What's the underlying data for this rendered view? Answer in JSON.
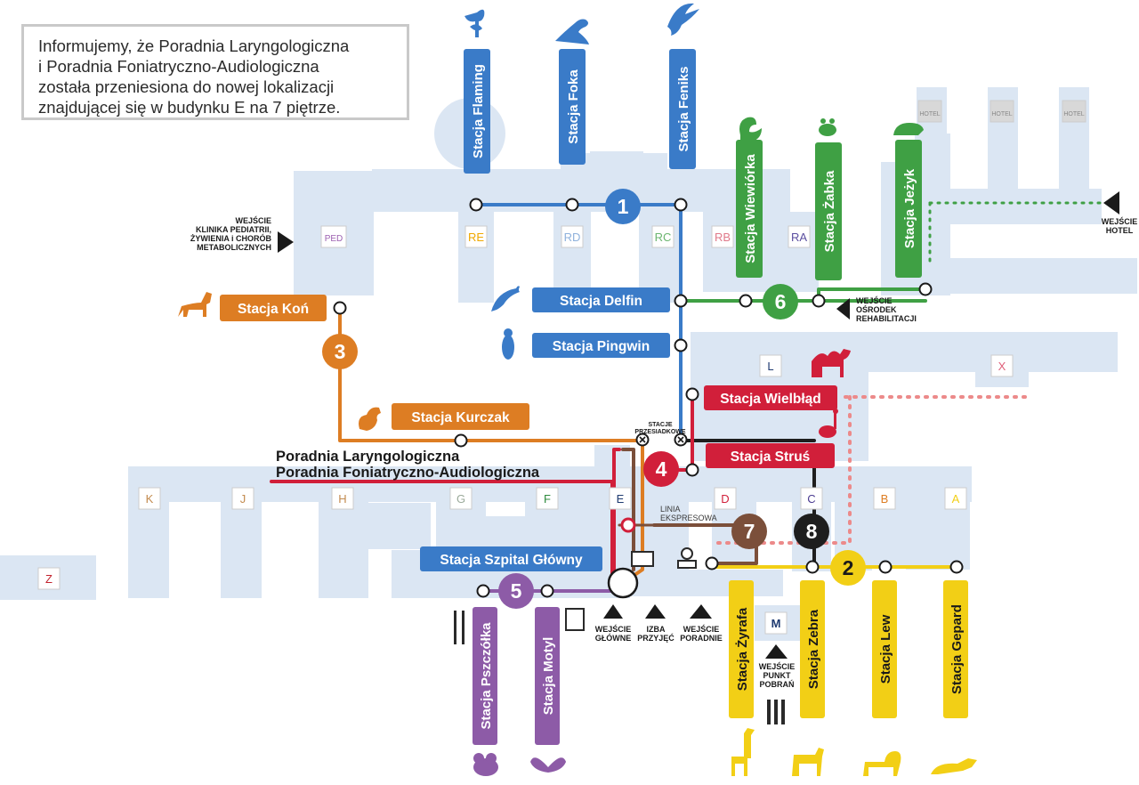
{
  "notice": {
    "lines": [
      "Informujemy, że Poradnia Laryngologiczna",
      "i Poradnia Foniatryczno-Audiologiczna",
      "została przeniesiona do nowej lokalizacji",
      "znajdującej się w budynku E na 7 piętrze."
    ]
  },
  "callouts": [
    "Poradnia Laryngologiczna",
    "Poradnia Foniatryczno-Audiologiczna"
  ],
  "colors": {
    "line1": "#3a7bc8",
    "line2": "#f2cf16",
    "line3": "#dd7d23",
    "line4": "#d11f3a",
    "line5": "#8d5ba7",
    "line6": "#3fa044",
    "line7": "#7b4f3a",
    "line8": "#1e1e1e",
    "building": "#dbe6f3",
    "text_dark": "#1a1a1a"
  },
  "lines": [
    {
      "number": "1",
      "color": "#3a7bc8"
    },
    {
      "number": "2",
      "color": "#f2cf16"
    },
    {
      "number": "3",
      "color": "#dd7d23"
    },
    {
      "number": "4",
      "color": "#d11f3a"
    },
    {
      "number": "5",
      "color": "#8d5ba7"
    },
    {
      "number": "6",
      "color": "#3fa044"
    },
    {
      "number": "7",
      "color": "#7b4f3a"
    },
    {
      "number": "8",
      "color": "#1e1e1e"
    }
  ],
  "stations": [
    {
      "label": "Stacja Flaming",
      "line": "1",
      "icon": "flamingo-icon"
    },
    {
      "label": "Stacja Foka",
      "line": "1",
      "icon": "seal-icon"
    },
    {
      "label": "Stacja Feniks",
      "line": "1",
      "icon": "phoenix-icon"
    },
    {
      "label": "Stacja Delfin",
      "line": "1",
      "icon": "dolphin-icon"
    },
    {
      "label": "Stacja Pingwin",
      "line": "1",
      "icon": "penguin-icon"
    },
    {
      "label": "Stacja Wiewiórka",
      "line": "6",
      "icon": "squirrel-icon"
    },
    {
      "label": "Stacja Żabka",
      "line": "6",
      "icon": "frog-icon"
    },
    {
      "label": "Stacja Jeżyk",
      "line": "6",
      "icon": "hedgehog-icon"
    },
    {
      "label": "Stacja Koń",
      "line": "3",
      "icon": "horse-icon"
    },
    {
      "label": "Stacja Kurczak",
      "line": "3",
      "icon": "chicken-icon"
    },
    {
      "label": "Stacja Wielbłąd",
      "line": "4",
      "icon": "camel-icon"
    },
    {
      "label": "Stacja Struś",
      "line": "4",
      "icon": "ostrich-icon"
    },
    {
      "label": "Stacja Szpital Główny",
      "line": "1",
      "icon": ""
    },
    {
      "label": "Stacja Pszczółka",
      "line": "5",
      "icon": "bee-icon"
    },
    {
      "label": "Stacja Motyl",
      "line": "5",
      "icon": "butterfly-icon"
    },
    {
      "label": "Stacja Żyrafa",
      "line": "2",
      "icon": "giraffe-icon"
    },
    {
      "label": "Stacja Zebra",
      "line": "2",
      "icon": "zebra-icon"
    },
    {
      "label": "Stacja Lew",
      "line": "2",
      "icon": "lion-icon"
    },
    {
      "label": "Stacja Gepard",
      "line": "2",
      "icon": "cheetah-icon"
    }
  ],
  "buildings": [
    "PED",
    "RE",
    "RD",
    "RC",
    "RB",
    "RA",
    "L",
    "X",
    "K",
    "J",
    "H",
    "G",
    "F",
    "E",
    "D",
    "C",
    "B",
    "A",
    "Z",
    "M",
    "HOTEL",
    "HOTEL",
    "HOTEL"
  ],
  "building_colors": {
    "PED": "#9b5fb0",
    "RE": "#f0a800",
    "RD": "#8fb2dc",
    "RC": "#6bb56f",
    "RB": "#e07a8a",
    "RA": "#5b4fa0",
    "L": "#1e3a70",
    "X": "#e0607a",
    "K": "#c38b4f",
    "J": "#c38b4f",
    "H": "#c38b4f",
    "G": "#9aaa9a",
    "F": "#2e8b3e",
    "E": "#1e3a70",
    "D": "#d11f3a",
    "C": "#4a3a90",
    "B": "#dd7d23",
    "A": "#f2cf16",
    "Z": "#c2222d",
    "M": "#1e3a70",
    "HOTEL": "#888888"
  },
  "entrances": [
    {
      "lines": [
        "WEJŚCIE",
        "KLINIKA PEDIATRII,",
        "ŻYWIENIA i CHORÓB",
        "METABOLICZNYCH"
      ]
    },
    {
      "lines": [
        "WEJŚCIE",
        "HOTEL"
      ]
    },
    {
      "lines": [
        "WEJŚCIE",
        "OŚRODEK",
        "REHABILITACJI"
      ]
    },
    {
      "lines": [
        "WEJŚCIE",
        "GŁÓWNE"
      ]
    },
    {
      "lines": [
        "IZBA",
        "PRZYJĘĆ"
      ]
    },
    {
      "lines": [
        "WEJŚCIE",
        "PORADNIE"
      ]
    },
    {
      "lines": [
        "WEJŚCIE",
        "PUNKT",
        "POBRAŃ"
      ]
    }
  ],
  "labels": {
    "transfer": [
      "STACJE",
      "PRZESIADKOWE"
    ],
    "express": [
      "LINIA",
      "EKSPRESOWA"
    ]
  }
}
